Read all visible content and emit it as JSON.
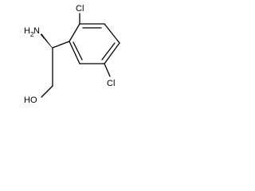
{
  "molecule": {
    "labels": {
      "amine_main": "H",
      "amine_sub": "2",
      "amine_tail": "N",
      "chloro_top": "Cl",
      "chloro_right": "Cl",
      "hydroxyl": "HO"
    }
  }
}
